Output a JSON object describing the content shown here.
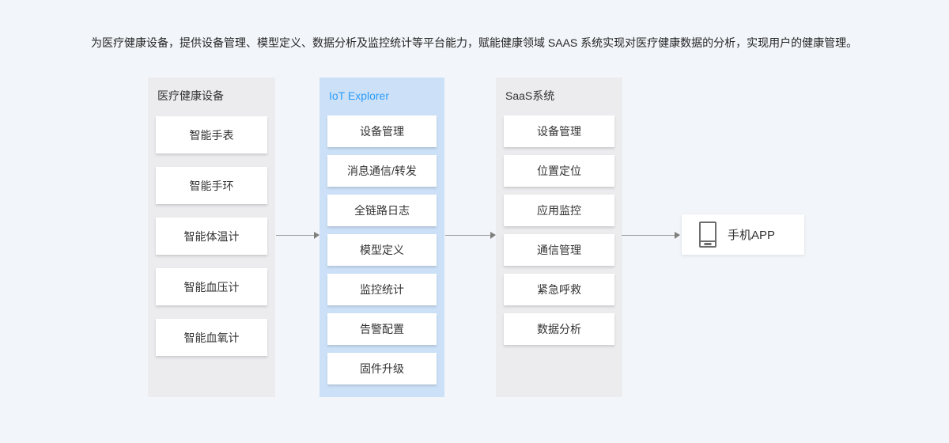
{
  "page": {
    "description": "为医疗健康设备，提供设备管理、模型定义、数据分析及监控统计等平台能力，赋能健康领域 SAAS 系统实现对医疗健康数据的分析，实现用户的健康管理。"
  },
  "columns": [
    {
      "title": "医疗健康设备",
      "theme": "gray",
      "items": [
        "智能手表",
        "智能手环",
        "智能体温计",
        "智能血压计",
        "智能血氧计"
      ]
    },
    {
      "title": "IoT Explorer",
      "theme": "blue",
      "items": [
        "设备管理",
        "消息通信/转发",
        "全链路日志",
        "模型定义",
        "监控统计",
        "告警配置",
        "固件升级"
      ]
    },
    {
      "title": "SaaS系统",
      "theme": "gray",
      "items": [
        "设备管理",
        "位置定位",
        "应用监控",
        "通信管理",
        "紧急呼救",
        "数据分析"
      ]
    }
  ],
  "endpoint": {
    "label": "手机APP",
    "icon": "mobile-phone-icon"
  },
  "arrows": [
    {
      "from": "医疗健康设备",
      "to": "IoT Explorer"
    },
    {
      "from": "IoT Explorer",
      "to": "SaaS系统"
    },
    {
      "from": "SaaS系统",
      "to": "手机APP"
    }
  ],
  "colors": {
    "page_bg": "#f2f5f9",
    "gray_panel_bg": "#ececee",
    "blue_panel_bg": "#cce1f8",
    "accent_blue": "#2b9cf8",
    "node_bg": "#ffffff",
    "text_dark": "#333333",
    "arrow_gray": "#9c9c9c",
    "arrow_head": "#7f7f7f",
    "icon_gray": "#6e6e6e"
  }
}
